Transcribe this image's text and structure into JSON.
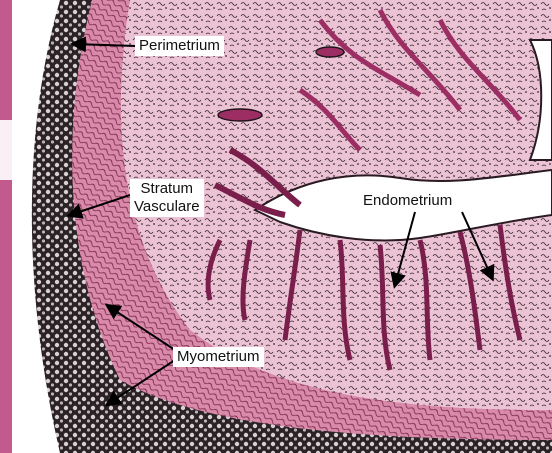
{
  "figure": {
    "labels": {
      "perimetrium": "Perimetrium",
      "stratum_line1": "Stratum",
      "stratum_line2": "Vasculare",
      "endometrium": "Endometrium",
      "myometrium": "Myometrium"
    },
    "colors": {
      "perimetrium_dark": "#1f1a1c",
      "myometrium_pink": "#d98aa8",
      "endometrium_pink": "#e7b7cc",
      "gland_magenta": "#9c2e63",
      "lumen": "#ffffff",
      "left_strip": "#c25a8e"
    }
  }
}
